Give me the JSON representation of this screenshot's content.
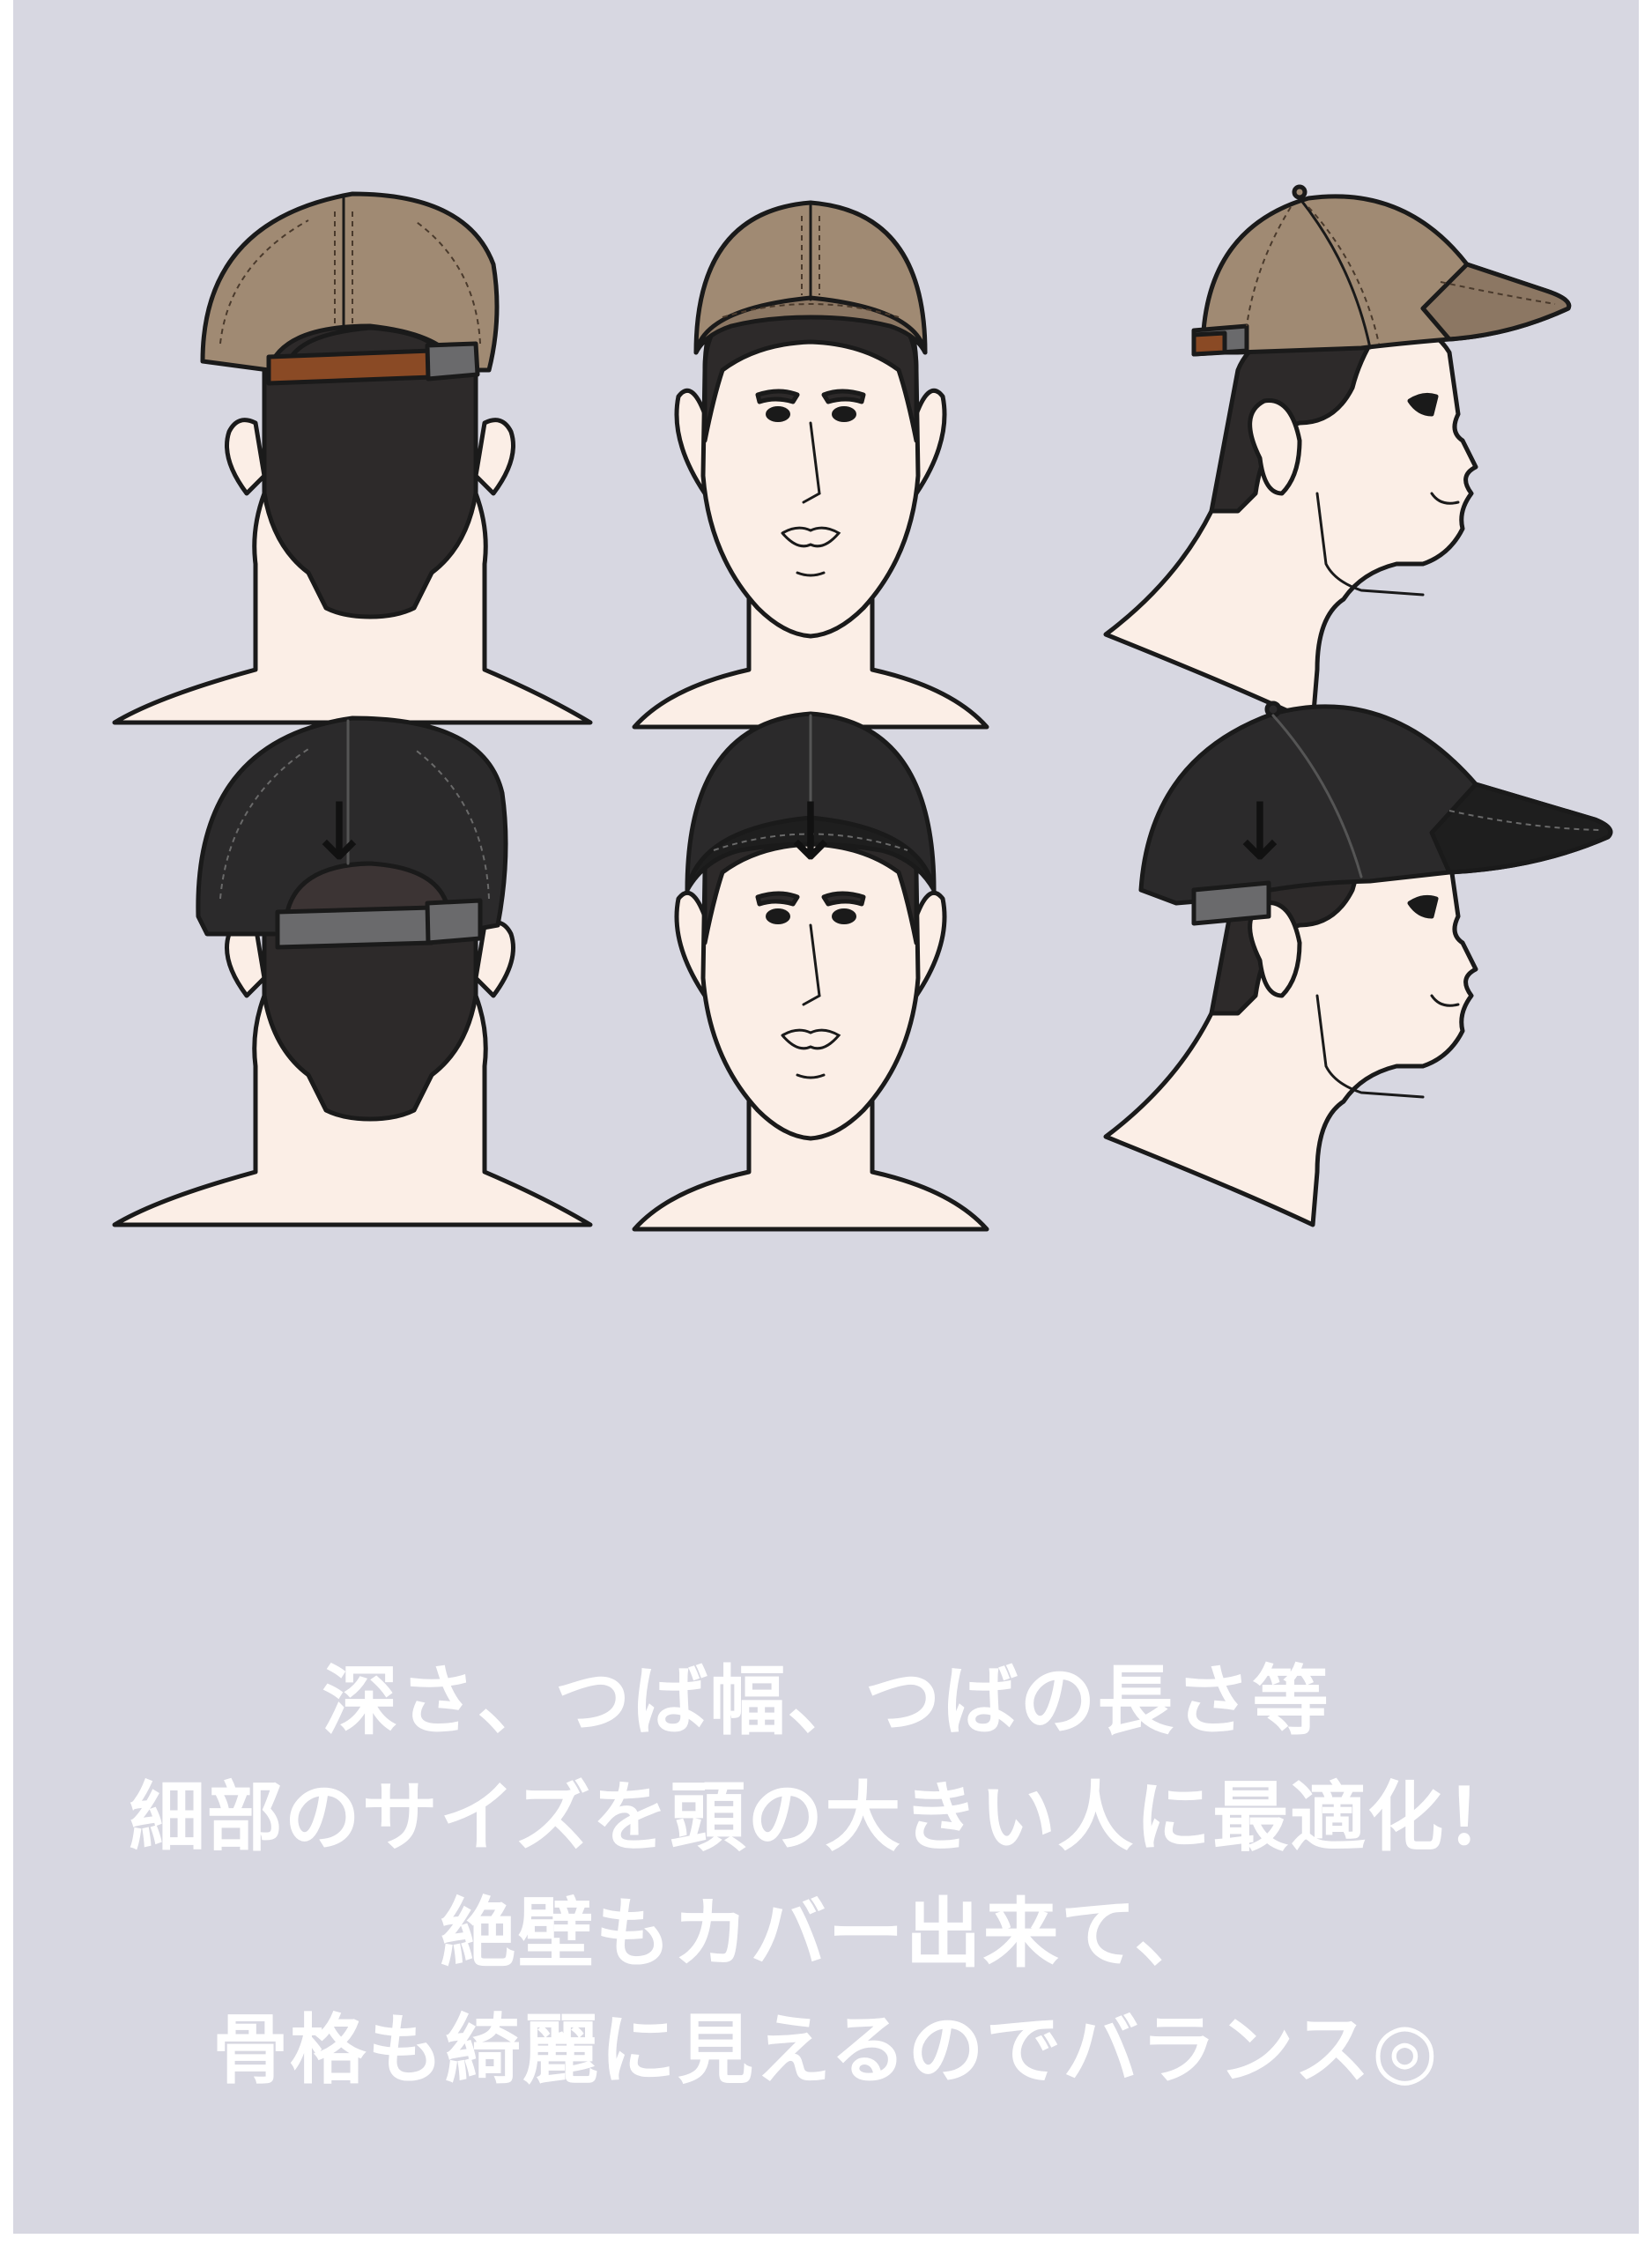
{
  "arrows": [
    "↓",
    "↓",
    "↓"
  ],
  "caption": {
    "lines": [
      "深さ、つば幅、つばの長さ等",
      "細部のサイズを頭の大きい人に最適化！",
      "絶壁もカバー出来て、",
      "骨格も綺麗に見えるのでバランス◎"
    ]
  },
  "colors": {
    "background": "#d7d7e1",
    "cap_before": "#a08a73",
    "cap_after": "#2b2a2b",
    "hair": "#2d2a2a",
    "skin": "#fbeee6",
    "strap_brown": "#8a4a25",
    "strap_gray": "#6a6a6c"
  }
}
